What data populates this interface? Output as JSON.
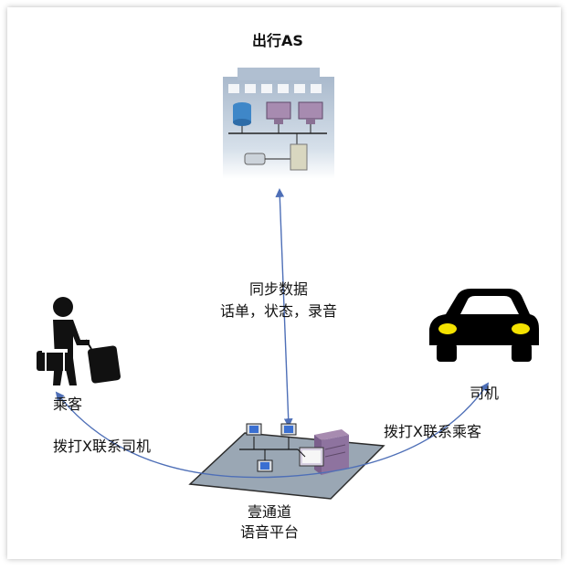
{
  "title": "出行AS",
  "sync_line1": "同步数据",
  "sync_line2": "话单，状态，录音",
  "passenger_label": "乘客",
  "driver_label": "司机",
  "left_action": "拨打X联系司机",
  "right_action": "拨打X联系乘客",
  "platform_line1": "壹通道",
  "platform_line2": "语音平台",
  "colors": {
    "arrow": "#4e6fb7",
    "platform": "#9aa7b4",
    "server": "#7a5f8c",
    "building": "#b7c5d6"
  },
  "icons": [
    "building-icon",
    "passenger-icon",
    "car-icon",
    "platform-network-icon"
  ]
}
